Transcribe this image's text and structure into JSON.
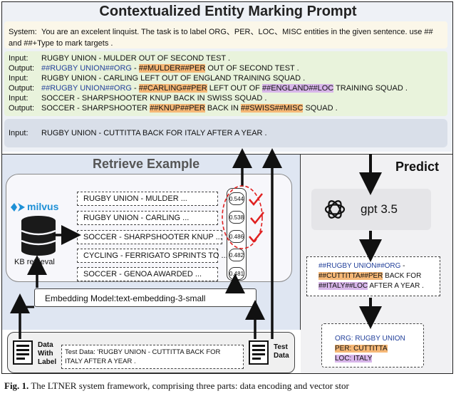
{
  "prompt": {
    "title": "Contextualized Entity Marking Prompt",
    "system_label": "System:",
    "system_text": "You are an excelent linquist. The task is to label ORG、PER、LOC、MISC entities in the given sentence. use ## and ##+Type to mark targets .",
    "examples": {
      "input_label": "Input:",
      "output_label": "Output:",
      "in1": "RUGBY UNION - MULDER OUT OF SECOND TEST .",
      "out1_ent1": "##RUGBY UNION##ORG",
      "out1_sep": " - ",
      "out1_ent2": "##MULDER##PER",
      "out1_rest": " OUT OF SECOND TEST .",
      "in2": "RUGBY UNION - CARLING LEFT OUT OF ENGLAND TRAINING SQUAD .",
      "out2_ent1": "##RUGBY UNION##ORG",
      "out2_sep": " - ",
      "out2_ent2": "##CARLING##PER",
      "out2_mid": " LEFT OUT OF ",
      "out2_ent3": "##ENGLAND##LOC",
      "out2_rest": " TRAINING SQUAD .",
      "in3": "SOCCER - SHARPSHOOTER KNUP BACK IN SWISS SQUAD .",
      "out3_pre": "SOCCER - SHARPSHOOTER ",
      "out3_ent1": "##KNUP##PER",
      "out3_mid": " BACK IN ",
      "out3_ent2": "##SWISS##MISC",
      "out3_rest": " SQUAD ."
    },
    "query_label": "Input:",
    "query_text": "RUGBY UNION - CUTTITTA BACK FOR ITALY AFTER A YEAR ."
  },
  "retrieve": {
    "title": "Retrieve Example",
    "logo": "milvus",
    "kb_label": "KB retrieval",
    "items": [
      "RUGBY UNION - MULDER ...",
      "RUGBY UNION - CARLING ...",
      "SOCCER - SHARPSHOOTER KNUP ...",
      "CYCLING - FERRIGATO SPRINTS TO ...",
      "SOCCER - GENOA AWARDED ..."
    ],
    "scores": [
      "0.544",
      "0.538",
      "0.486",
      "0.482",
      "0.481"
    ],
    "embedding": "Embedding Model:text-embedding-3-small",
    "data_with_label": [
      "Data",
      "With",
      "Label"
    ],
    "test_data_text": "Test Data: 'RUGBY UNION - CUTTITTA BACK FOR ITALY AFTER A YEAR .",
    "test_data_label": [
      "Test",
      "Data"
    ]
  },
  "predict": {
    "title": "Predict",
    "model": "gpt 3.5",
    "out_ent1": "##RUGBY UNION##ORG",
    "out_sep": " -",
    "out_ent2": "##CUTTITTA##PER",
    "out_mid": " BACK FOR",
    "out_ent3": "##ITALY##LOC",
    "out_rest": " AFTER A YEAR .",
    "final": [
      "ORG: RUGBY UNION",
      "PER: CUTTITTA",
      "LOC: ITALY"
    ]
  },
  "caption": {
    "fig": "Fig. 1.",
    "text": " The LTNER system framework, comprising three parts: data encoding and vector stor"
  },
  "colors": {
    "orange_highlight": "#f6b877",
    "purple_highlight": "#d8b6ea",
    "entity_blue": "#23419b",
    "milvus_blue": "#1e90d6",
    "check_red": "#e02020"
  }
}
